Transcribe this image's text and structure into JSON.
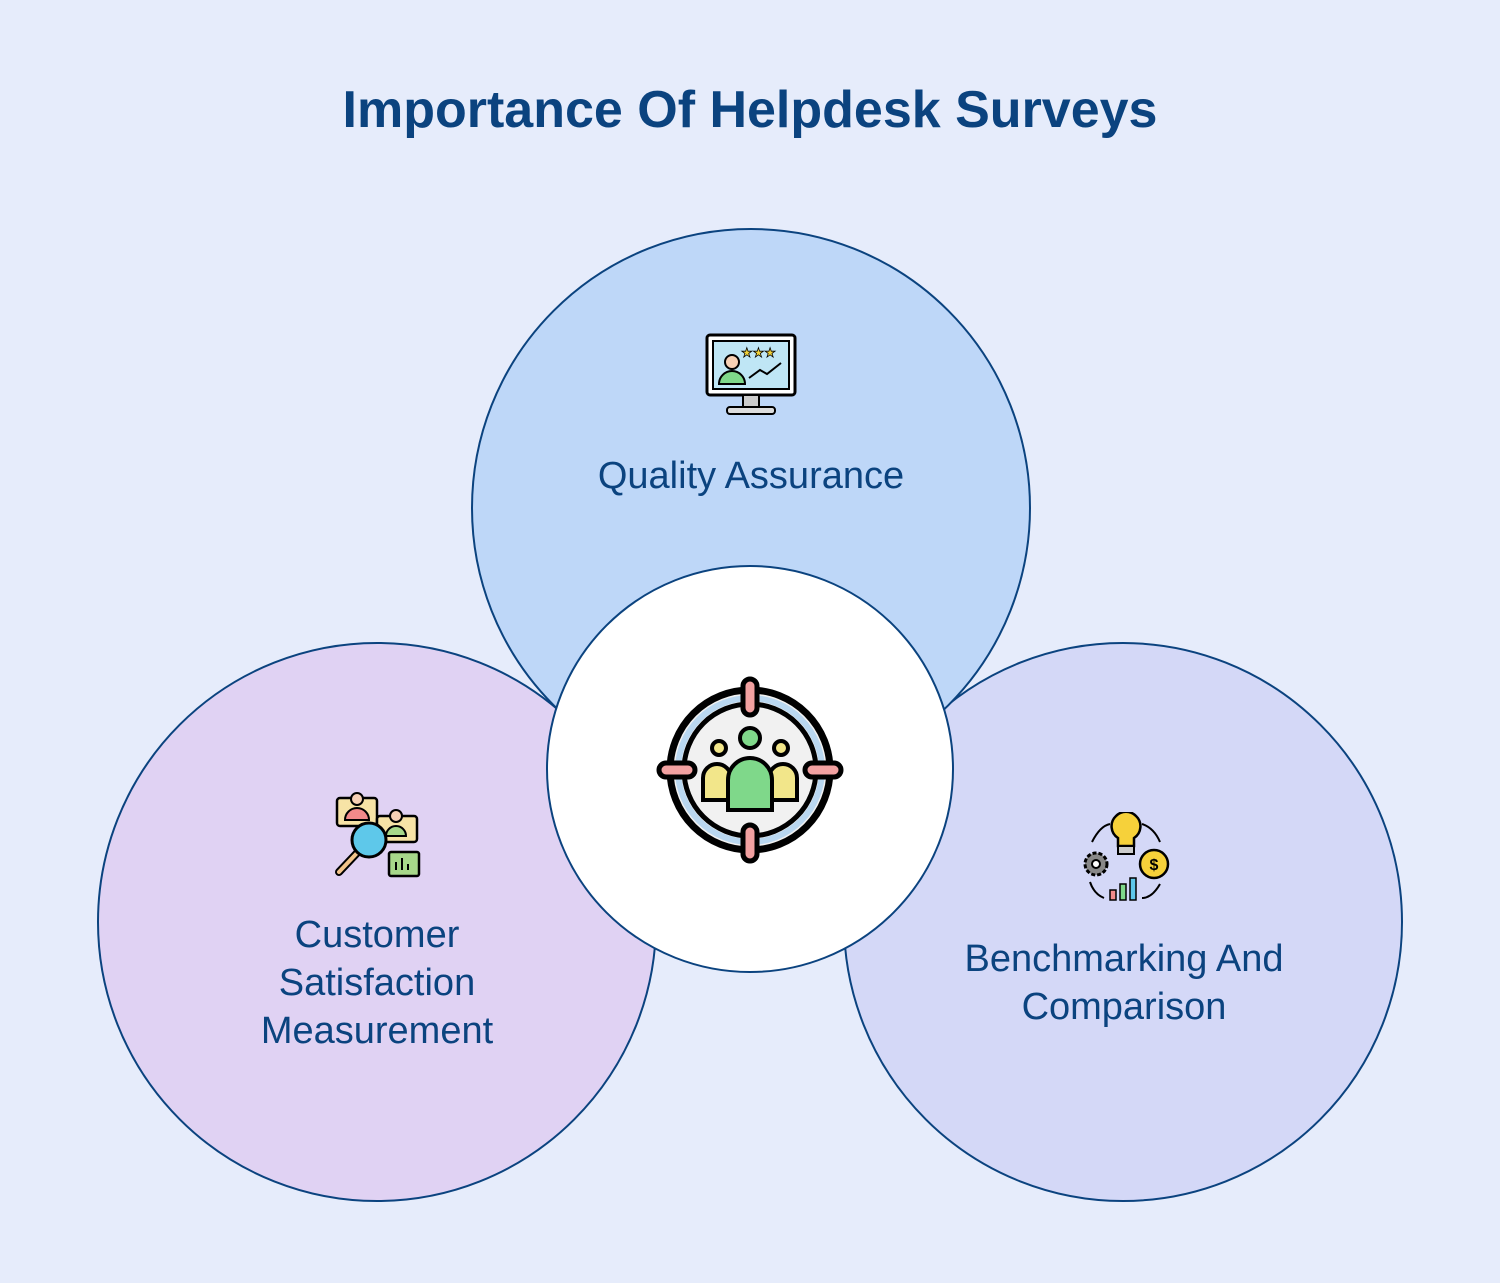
{
  "title": "Importance Of Helpdesk Surveys",
  "center": {
    "icon": "target-group-icon"
  },
  "items": [
    {
      "label": "Quality Assurance",
      "icon": "monitor-rating-icon",
      "color": "#bed7f8"
    },
    {
      "label_lines": [
        "Customer",
        "Satisfaction",
        "Measurement"
      ],
      "icon": "magnifier-users-icon",
      "color": "#e0d2f3"
    },
    {
      "label_lines": [
        "Benchmarking And",
        "Comparison"
      ],
      "icon": "idea-gear-money-icon",
      "color": "#d4d8f7"
    }
  ],
  "colors": {
    "background": "#e6ecfb",
    "stroke": "#0b437f",
    "center": "#ffffff"
  }
}
